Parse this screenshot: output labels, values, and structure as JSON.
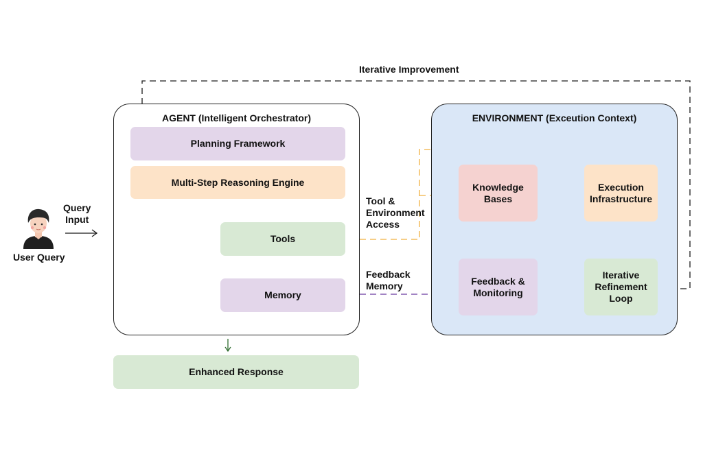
{
  "colors": {
    "agent_panel_bg": "#ffffff",
    "environment_panel_bg": "#dae7f7",
    "purple_box": "#e3d6ea",
    "orange_box": "#fde3c8",
    "green_box": "#d8e9d4",
    "pink_box": "#f5d2d0",
    "orange_connector": "#f0b040",
    "purple_connector": "#6a3aa0",
    "green_arrow": "#2e6b2e",
    "black_connector": "#1a1a1a"
  },
  "user": {
    "label": "User Query",
    "icon": "user-avatar-icon",
    "input_label": "Query\nInput"
  },
  "loop_label": "Iterative Improvement",
  "agent": {
    "title": "AGENT (Intelligent Orchestrator)",
    "planning": "Planning Framework",
    "reasoning": "Multi-Step Reasoning Engine",
    "tools": "Tools",
    "memory": "Memory"
  },
  "connectors": {
    "tool_env_access": "Tool &\nEnvironment\nAccess",
    "feedback_memory": "Feedback\nMemory"
  },
  "environment": {
    "title": "ENVIRONMENT (Exceution Context)",
    "knowledge": "Knowledge\nBases",
    "execution": "Execution\nInfrastructure",
    "feedback": "Feedback &\nMonitoring",
    "refinement": "Iterative\nRefinement\nLoop"
  },
  "output": {
    "label": "Enhanced Response"
  }
}
